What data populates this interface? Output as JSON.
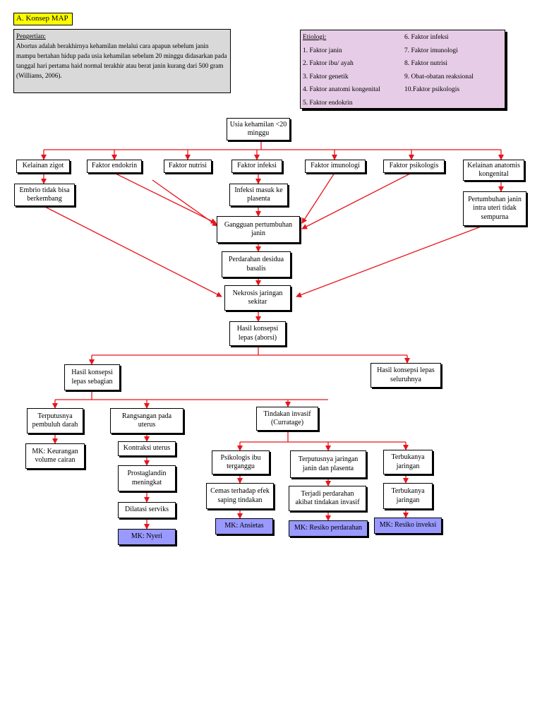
{
  "header": {
    "title": "A. Konsep MAP"
  },
  "definition": {
    "heading": "Pengertian:",
    "text": "Abortus adalah berakhirnya kehamilan melalui cara apapun sebelum janin mampu bertahan hidup pada usia kehamilan sebelum 20 minggu didasarkan pada tanggal hari pertama haid normal terakhir atau berat janin kurang dari 500 gram (Williams, 2006)."
  },
  "etiology": {
    "heading": "Etiologi:",
    "left": [
      "1. Faktor janin",
      "2. Faktor ibu/ ayah",
      "3. Faktor genetik",
      "4. Faktor anatomi kongenital",
      "5. Faktor endokrin"
    ],
    "right": [
      "6. Faktor infeksi",
      "7. Faktor imunologi",
      "8. Faktor nutrisi",
      "9. Obat-obatan reaksional",
      "10.Faktor psikologis"
    ]
  },
  "flow": {
    "usia": "Usia kehamilan <20 minggu",
    "kelainan_zigot": "Kelainan zigot",
    "faktor_endokrin": "Faktor endokrin",
    "faktor_nutrisi": "Faktor nutrisi",
    "faktor_infeksi": "Faktor infeksi",
    "faktor_imunologi": "Faktor imunologi",
    "faktor_psikologis": "Faktor psikologis",
    "kelainan_anatomis": "Kelainan anatomis kongenital",
    "embrio": "Embrio tidak bisa berkembang",
    "infeksi_plasenta": "Infeksi masuk ke plasenta",
    "pertumbuhan_janin": "Pertumbuhan janin intra uteri tidak sempurna",
    "gangguan": "Gangguan pertumbuhan janin",
    "perdarahan_desidua": "Perdarahan desidua basalis",
    "nekrosis": "Nekrosis jaringan sekitar",
    "hasil_konsepsi": "Hasil konsepsi lepas (aborsi)",
    "lepas_sebagian": "Hasil konsepsi lepas sebagian",
    "lepas_seluruhnya": "Hasil konsepsi lepas seluruhnya",
    "terputusnya_pembuluh": "Terputusnya pembuluh darah",
    "rangsangan": "Rangsangan pada uterus",
    "tindakan_invasif": "Tindakan invasif (Curratage)",
    "mk_keurangan": "MK: Keurangan volume cairan",
    "kontraksi": "Kontraksi uterus",
    "prostaglandin": "Prostaglandin meningkat",
    "dilatasi": "Dilatasi serviks",
    "mk_nyeri": "MK: Nyeri",
    "psikologis": "Psikologis ibu terganggu",
    "terputusnya_jaringan": "Terputusnya jaringan janin dan plasenta",
    "terbukanya_1": "Terbukanya jaringan",
    "cemas": "Cemas terhadap efek saping tindakan",
    "terjadi_perdarahan": "Terjadi perdarahan akibat tindakan invasif",
    "terbukanya_2": "Terbukanya jaringan",
    "mk_ansietas": "MK: Ansietas",
    "mk_perdarahan": "MK: Resiko perdarahan",
    "mk_inveksi": "MK: Resiko inveksi"
  },
  "colors": {
    "arrow": "#e8141c",
    "mk_fill": "#9999ff",
    "definition_fill": "#d9d9d9",
    "etiology_fill": "#e6cce6",
    "title_fill": "#ffff00"
  }
}
